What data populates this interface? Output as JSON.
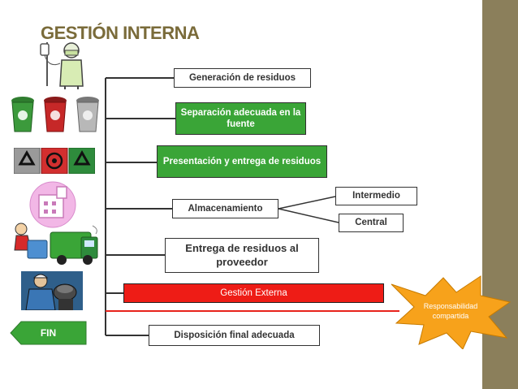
{
  "title": "GESTIÓN INTERNA",
  "steps": {
    "generacion": "Generación de residuos",
    "separacion": "Separación adecuada en la fuente",
    "presentacion": "Presentación y entrega de residuos",
    "almacenamiento": "Almacenamiento",
    "intermedio": "Intermedio",
    "central": "Central",
    "entrega": "Entrega de residuos al proveedor",
    "gestion_externa": "Gestión Externa",
    "disposicion": "Disposición final adecuada"
  },
  "fin_label": "FIN",
  "responsabilidad": "Responsabilidad compartida",
  "colors": {
    "title": "#7a6b3a",
    "green_box": "#3aa537",
    "red_box": "#ee1c16",
    "fin_arrow": "#3aa537",
    "burst": "#f7a21b",
    "side_bar": "#8b7f5b"
  }
}
